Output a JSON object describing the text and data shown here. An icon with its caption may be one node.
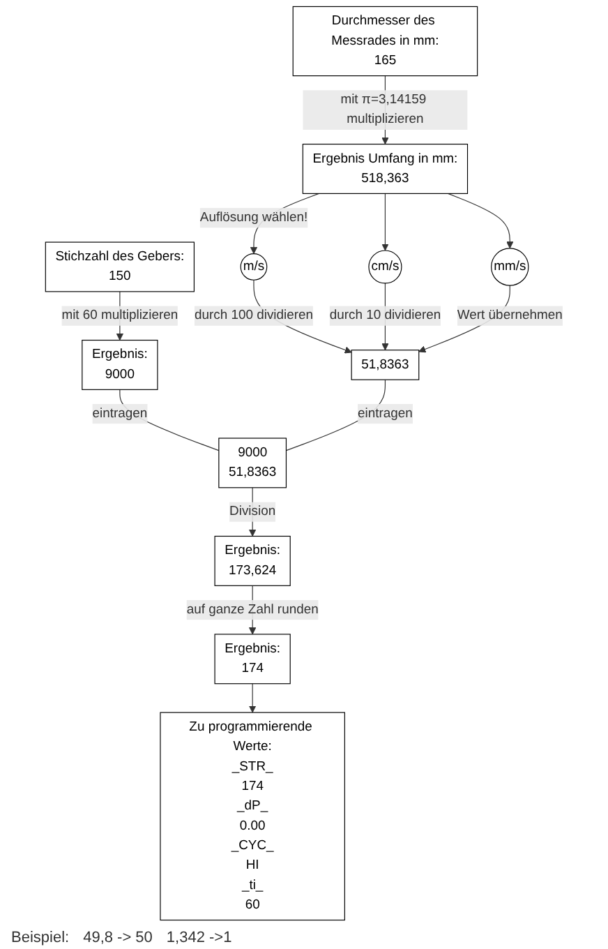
{
  "diagram": {
    "nodes": [
      {
        "text": [
          "Stichzahl des Gebers:",
          "150"
        ]
      },
      {
        "text": [
          "Durchmesser des Messrades in mm:",
          "165"
        ]
      },
      {
        "text": [
          "Ergebnis:",
          "9000"
        ]
      },
      {
        "text": [
          "Ergebnis Umfang in mm:",
          "518,363"
        ]
      },
      {
        "text": [
          "m/s"
        ]
      },
      {
        "text": [
          "cm/s"
        ]
      },
      {
        "text": [
          "mm/s"
        ]
      },
      {
        "text": [
          "9000",
          "51,8363"
        ]
      },
      {
        "text": [
          "51,8363"
        ]
      },
      {
        "text": [
          "Ergebnis:",
          "173,624"
        ]
      },
      {
        "text": [
          "Ergebnis:",
          "174"
        ]
      },
      {
        "text": [
          "Zu programmierende Werte:",
          "_STR_",
          "174",
          "_dP_",
          "0.00",
          "_CYC_",
          "HI",
          "_ti_",
          "60"
        ]
      }
    ],
    "edges": [
      {
        "from": 0,
        "to": 2,
        "arrow": "to",
        "label": "mit 60 multiplizieren"
      },
      {
        "from": 1,
        "to": 3,
        "arrow": "to",
        "label": "mit π=3,14159 multiplizieren"
      },
      {
        "from": 3,
        "to": 4,
        "arrow": "to",
        "label": "Auflösung wählen!"
      },
      {
        "from": 3,
        "to": 5,
        "arrow": "to"
      },
      {
        "from": 3,
        "to": 6,
        "arrow": "to"
      },
      {
        "from": 4,
        "to": 8,
        "arrow": "to",
        "label": "durch 100 dividieren"
      },
      {
        "from": 5,
        "to": 8,
        "arrow": "to",
        "label": "durch 10 dividieren"
      },
      {
        "from": 6,
        "to": 8,
        "arrow": "to",
        "label": "Wert übernehmen"
      },
      {
        "from": 2,
        "to": 7,
        "arrow": "none",
        "label": "eintragen"
      },
      {
        "from": 8,
        "to": 7,
        "arrow": "none",
        "label": "eintragen"
      },
      {
        "from": 7,
        "to": 9,
        "arrow": "to",
        "label": "Division"
      },
      {
        "from": 9,
        "to": 10,
        "arrow": "to",
        "label": "auf ganze Zahl runden"
      },
      {
        "from": 10,
        "to": 11,
        "arrow": "to"
      }
    ],
    "labels": [
      "Beispiel:",
      "49,8 -> 50",
      "1,342 ->1"
    ]
  }
}
